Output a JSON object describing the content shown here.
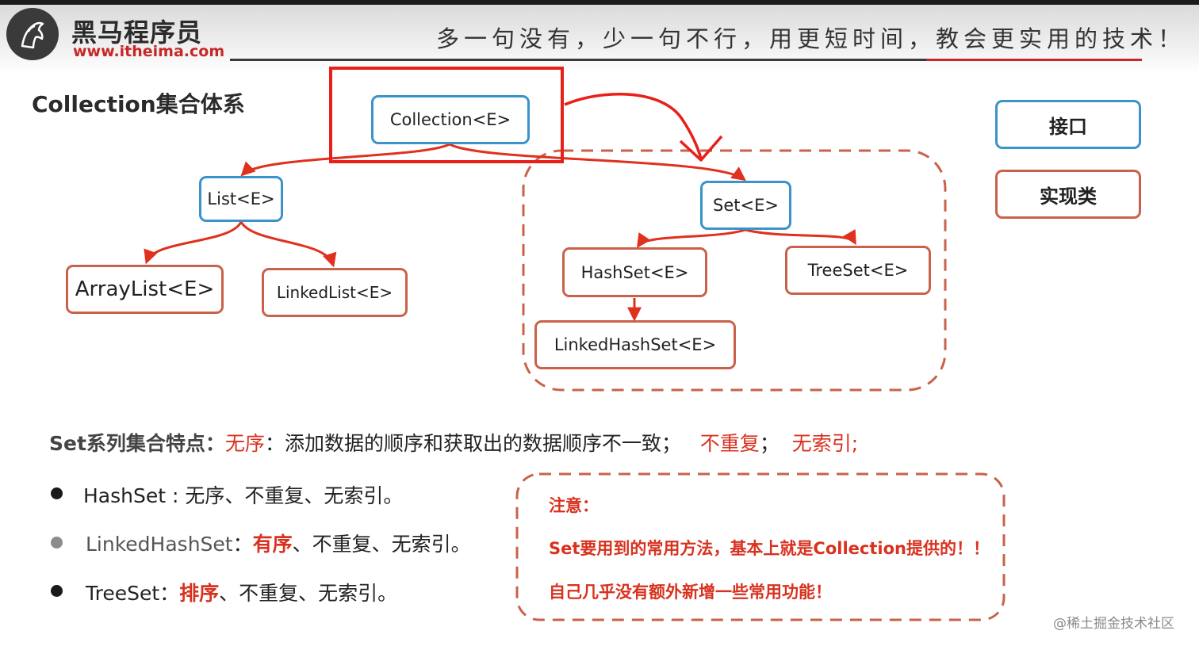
{
  "header": {
    "brand_cn": "黑马程序员",
    "brand_url": "www.itheima.com",
    "slogan": "多一句没有，少一句不行，用更短时间，教会更实用的技术！"
  },
  "page_title": "Collection集合体系",
  "legend": {
    "interface": "接口",
    "impl": "实现类"
  },
  "nodes": {
    "collection": "Collection<E>",
    "list": "List<E>",
    "set": "Set<E>",
    "arraylist": "ArrayList<E>",
    "linkedlist": "LinkedList<E>",
    "hashset": "HashSet<E>",
    "treeset": "TreeSet<E>",
    "linkedhashset": "LinkedHashSet<E>"
  },
  "features": {
    "label": "Set系列集合特点：",
    "unordered": "无序",
    "unordered_desc": "：添加数据的顺序和获取出的数据顺序不一致；",
    "no_dup": "不重复",
    "sep": "；",
    "no_index": "无索引;"
  },
  "bullets": [
    {
      "name": "HashSet",
      "sep": " : ",
      "highlight": "",
      "text": "无序、不重复、无索引。"
    },
    {
      "name": "LinkedHashSet",
      "sep": "：",
      "highlight": "有序",
      "text": "、不重复、无索引。"
    },
    {
      "name": "TreeSet",
      "sep": "：",
      "highlight": "排序",
      "text": "、不重复、无索引。"
    }
  ],
  "note": {
    "title": "注意：",
    "line1": "Set要用到的常用方法，基本上就是Collection提供的！！",
    "line2": "自己几乎没有额外新增一些常用功能！"
  },
  "watermark": "@稀土掘金技术社区",
  "colors": {
    "interface_border": "#3a93c9",
    "impl_border": "#c9624a",
    "accent_red": "#d8321f",
    "arrow_red": "#e0301e",
    "highlight_box": "#e8201a"
  }
}
